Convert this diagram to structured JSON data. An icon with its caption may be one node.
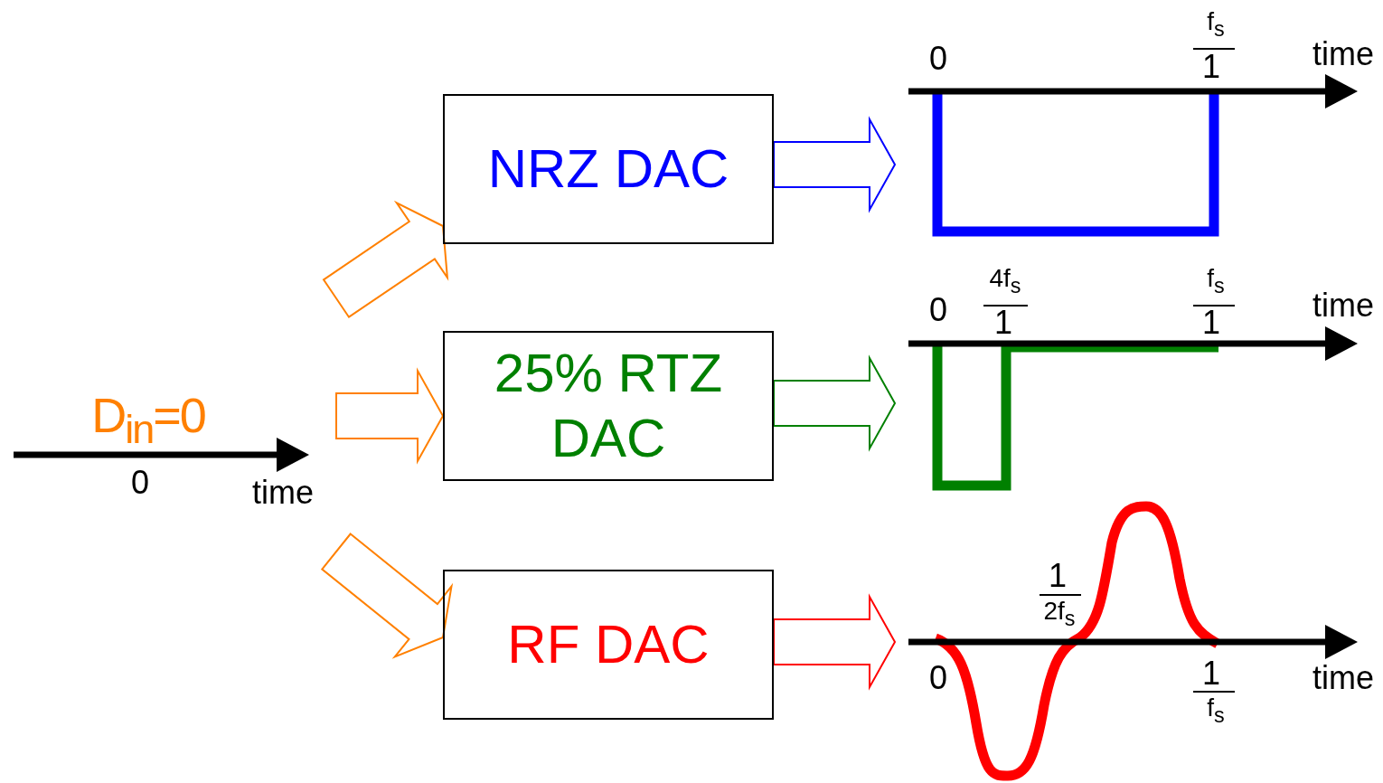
{
  "diagram": {
    "nodes": [
      {
        "text": [
          "D$_{in}$=0",
          "0",
          "time"
        ]
      },
      {
        "text": [
          "NRZ DAC"
        ]
      },
      {
        "text": [
          "25% RTZ DAC"
        ]
      },
      {
        "text": [
          "RF DAC"
        ]
      },
      {
        "text": [
          "0",
          "f$_{s}$",
          "1",
          "time"
        ]
      },
      {
        "text": [
          "0",
          "4f$_{s}$",
          "1",
          "f$_{s}$",
          "1",
          "time"
        ]
      },
      {
        "text": [
          "0",
          "1",
          "2f$_{s}$",
          "1",
          "f$_{s}$",
          "time"
        ]
      }
    ],
    "edges": [
      {
        "from": 0,
        "to": 1,
        "arrow": "to",
        "color": "#ff8000"
      },
      {
        "from": 0,
        "to": 2,
        "arrow": "to",
        "color": "#ff8000"
      },
      {
        "from": 0,
        "to": 3,
        "arrow": "to",
        "color": "#ff8000"
      },
      {
        "from": 1,
        "to": 4,
        "arrow": "to",
        "color": "#0000ff"
      },
      {
        "from": 2,
        "to": 5,
        "arrow": "to",
        "color": "#008000"
      },
      {
        "from": 3,
        "to": 6,
        "arrow": "to",
        "color": "#ff0000"
      }
    ]
  }
}
